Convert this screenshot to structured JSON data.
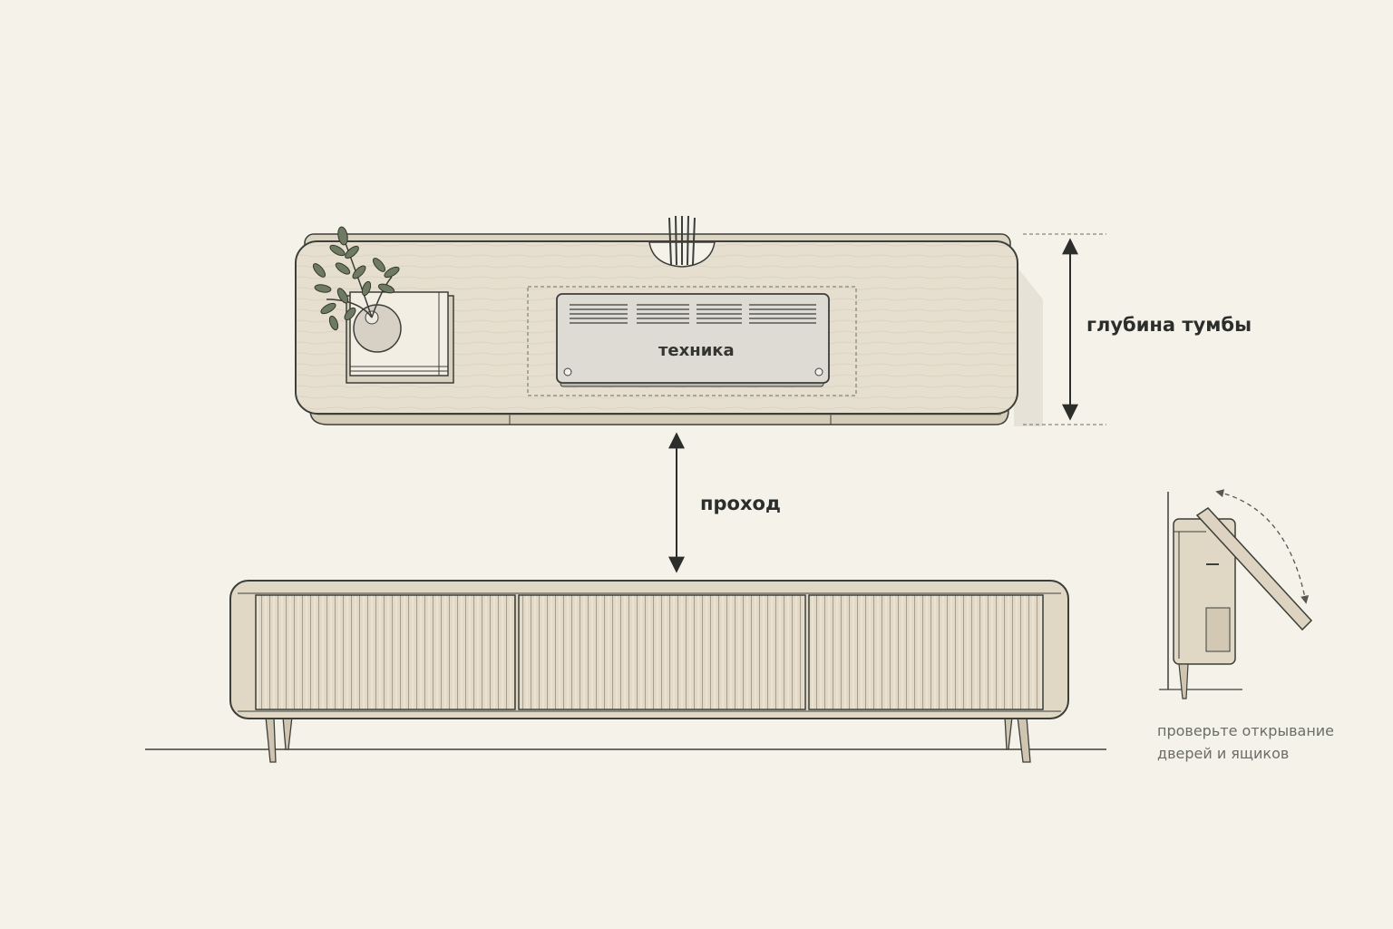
{
  "labels": {
    "depth": "глубина тумбы",
    "passage": "проход",
    "device": "техника",
    "note_line1": "проверьте открывание",
    "note_line2": "дверей и ящиков"
  },
  "colors": {
    "background": "#f5f2ea",
    "wood": "#e4dccb",
    "wood_dark": "#d2c8b4",
    "line": "#3c3f3a",
    "text": "#2b2e2b",
    "note_text": "#6a6d68",
    "device": "#dedbd4"
  },
  "icons": {
    "plant": "plant-vase-icon",
    "books": "book-stack-icon",
    "device": "media-device-icon",
    "cables": "cable-bundle-icon"
  }
}
